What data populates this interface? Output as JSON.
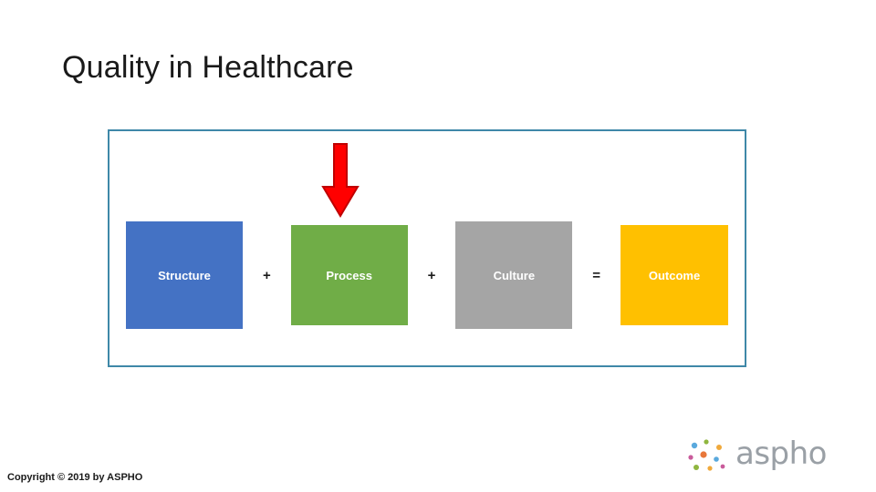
{
  "slide": {
    "title": "Quality in Healthcare",
    "copyright": "Copyright © 2019 by ASPHO"
  },
  "diagram": {
    "frame_color": "#3f88a8",
    "arrow": {
      "name": "red-down-arrow",
      "fill": "#ff0000",
      "outline": "#c00000"
    },
    "equation": [
      {
        "kind": "box",
        "label": "Structure",
        "color": "#4472c4",
        "text_color": "#ffffff"
      },
      {
        "kind": "operator",
        "label": "+"
      },
      {
        "kind": "box",
        "label": "Process",
        "color": "#70ad47",
        "text_color": "#ffffff"
      },
      {
        "kind": "operator",
        "label": "+"
      },
      {
        "kind": "box",
        "label": "Culture",
        "color": "#a5a5a5",
        "text_color": "#ffffff"
      },
      {
        "kind": "operator",
        "label": "="
      },
      {
        "kind": "box",
        "label": "Outcome",
        "color": "#ffc000",
        "text_color": "#ffffff"
      }
    ]
  },
  "logo": {
    "text": "aspho",
    "dot_colors": [
      "#e8773a",
      "#f0a93b",
      "#8fb63f",
      "#5aa9dd",
      "#c95b9b",
      "#e8773a",
      "#9b59b6"
    ]
  }
}
